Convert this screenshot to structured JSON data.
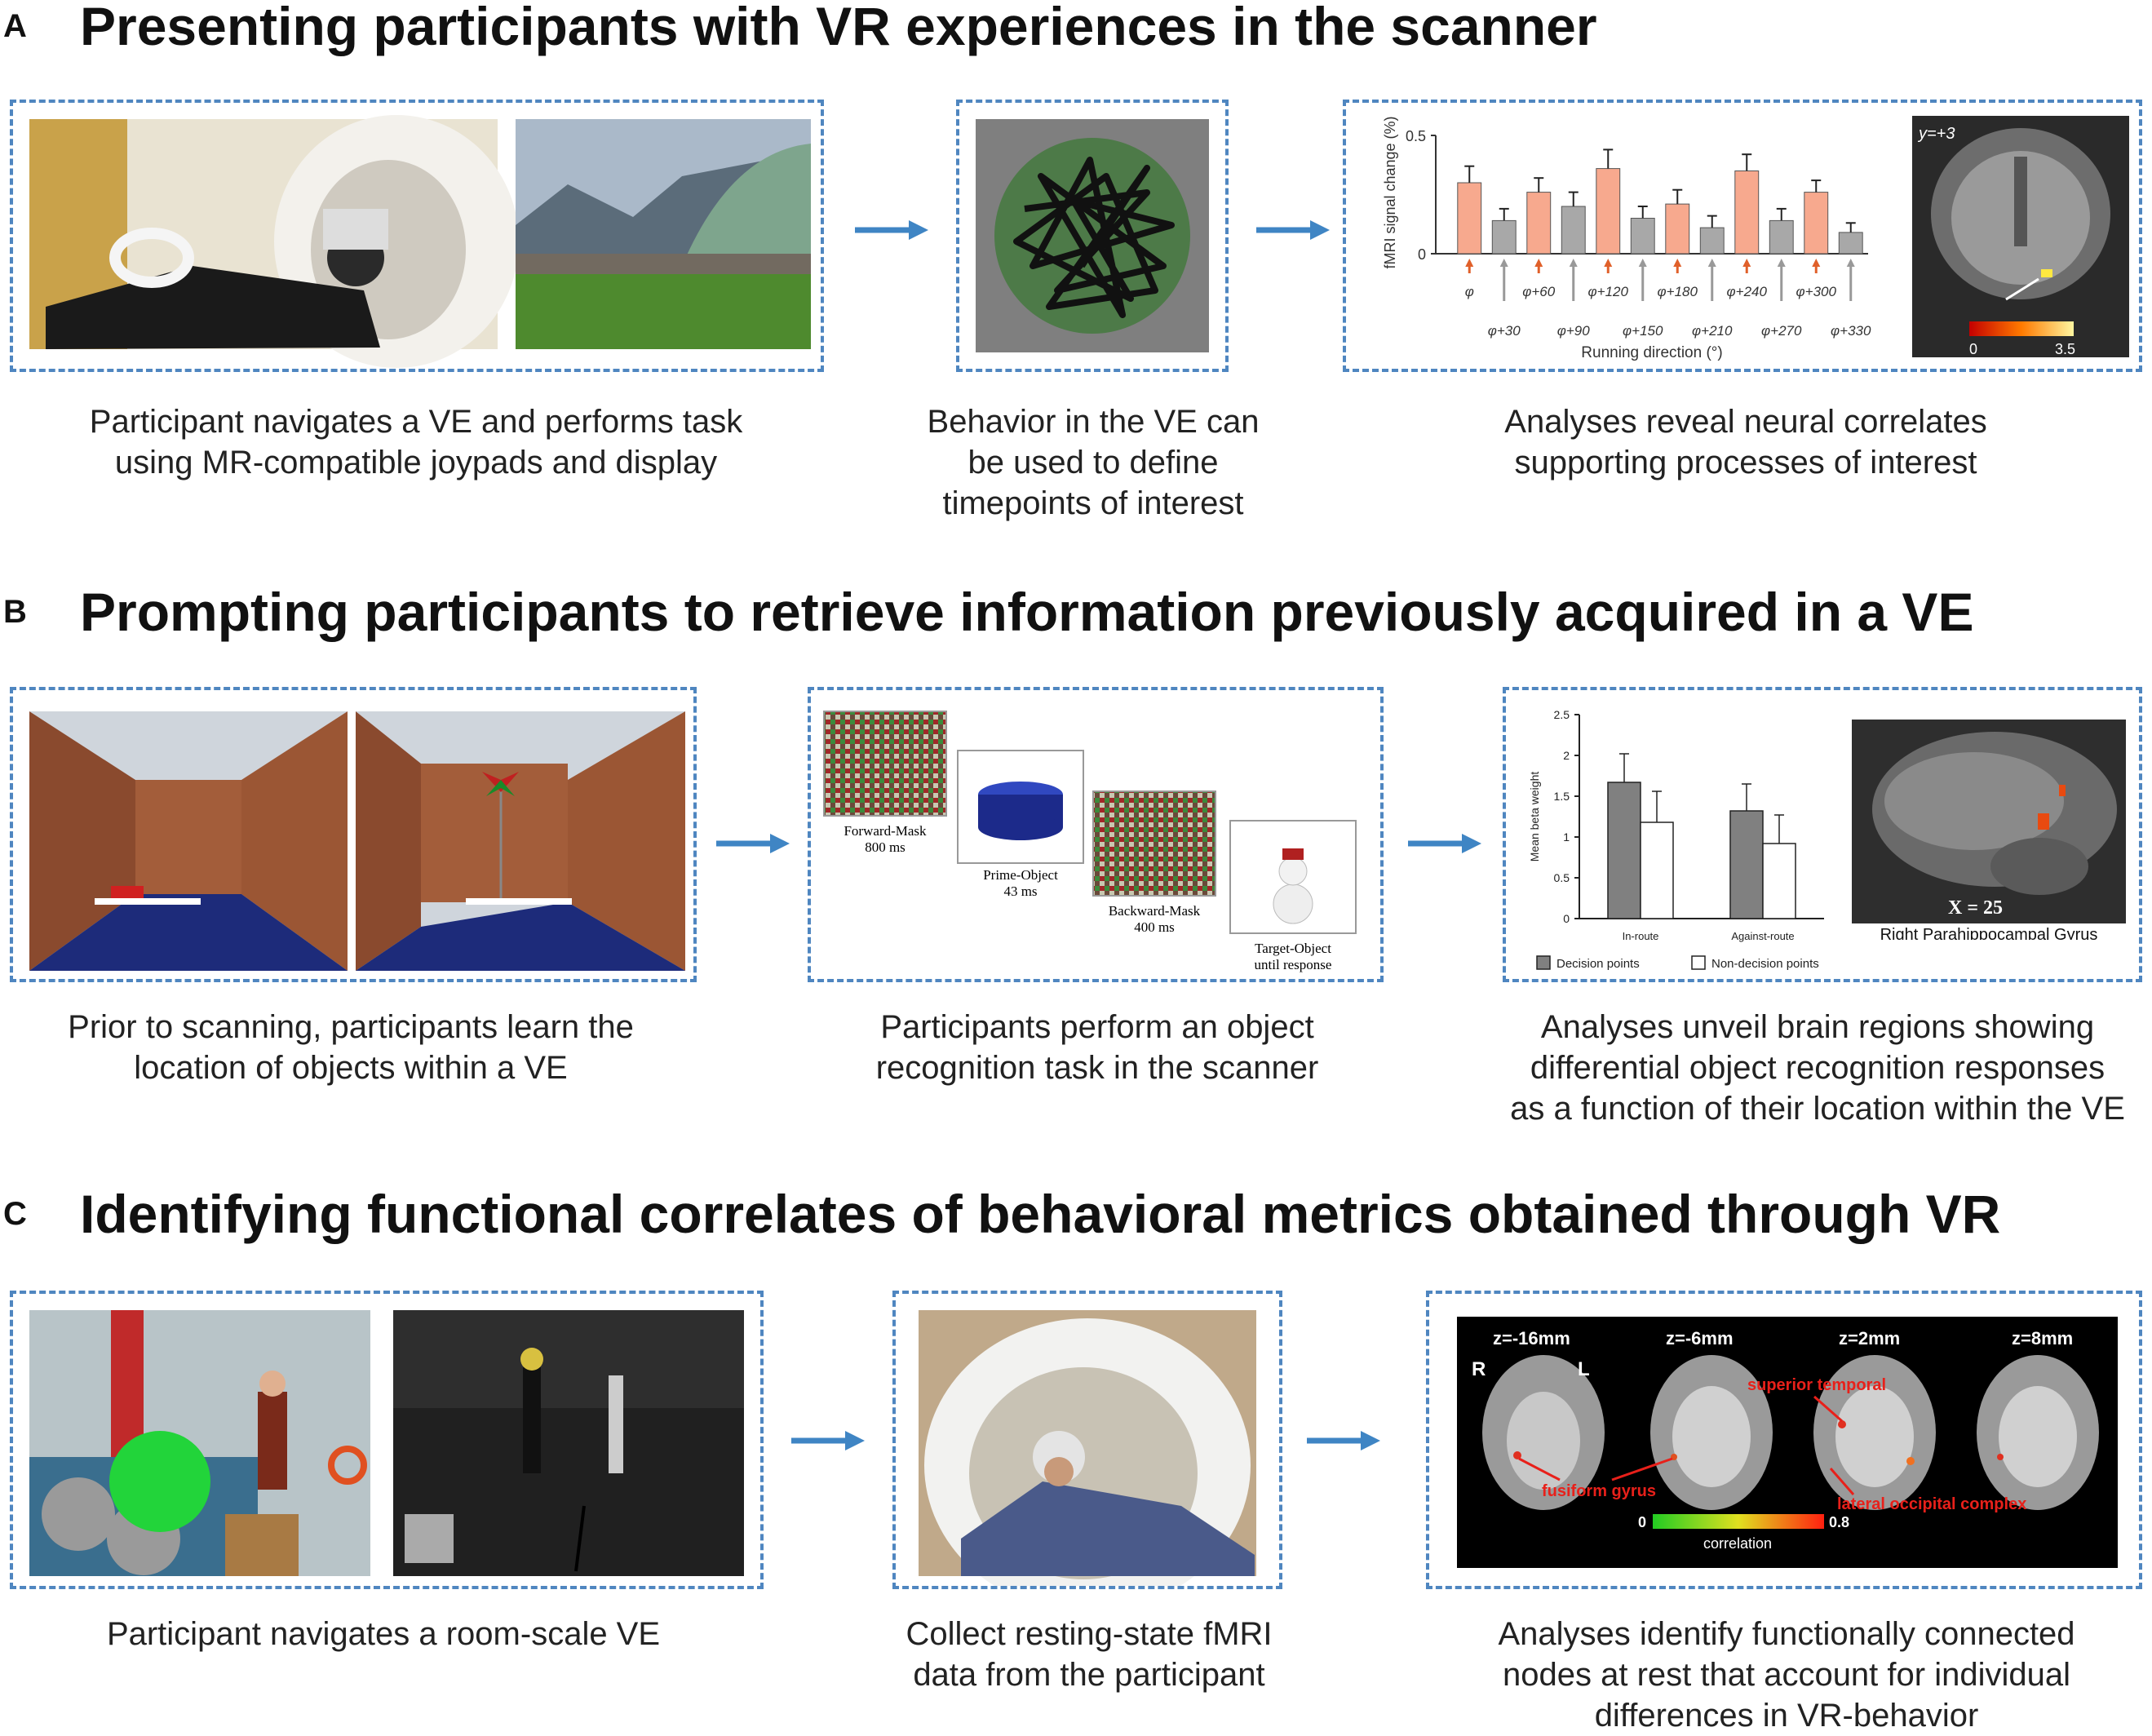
{
  "panels": {
    "A": {
      "letter": "A",
      "heading": "Presenting participants with VR experiences in the scanner",
      "captions": [
        "Participant navigates a VE and performs task\nusing MR-compatible joypads and display",
        "Behavior in the VE can\nbe used to define\ntimepoints of interest",
        "Analyses reveal neural correlates\nsupporting processes of interest"
      ],
      "chart_data": {
        "type": "bar",
        "ylabel": "fMRI signal change (%)",
        "xlabel": "Running direction (°)",
        "ylim": [
          0,
          0.5
        ],
        "yticks": [
          "0",
          "0.5"
        ],
        "categories": [
          "φ",
          "φ+30",
          "φ+60",
          "φ+90",
          "φ+120",
          "φ+150",
          "φ+180",
          "φ+210",
          "φ+240",
          "φ+270",
          "φ+300",
          "φ+330"
        ],
        "values": [
          0.3,
          0.14,
          0.26,
          0.2,
          0.36,
          0.15,
          0.21,
          0.11,
          0.35,
          0.14,
          0.26,
          0.09
        ],
        "errors": [
          0.07,
          0.05,
          0.06,
          0.06,
          0.08,
          0.05,
          0.06,
          0.05,
          0.07,
          0.05,
          0.05,
          0.04
        ],
        "colors": [
          "#f7a98e",
          "#a8a8a8"
        ]
      },
      "brain": {
        "label": "y=+3",
        "scale_min": "0",
        "scale_max": "3.5"
      }
    },
    "B": {
      "letter": "B",
      "heading": "Prompting participants to retrieve information previously acquired in a VE",
      "captions": [
        "Prior to scanning, participants learn the\nlocation of objects within a VE",
        "Participants perform an object\nrecognition task in the scanner",
        "Analyses unveil brain regions showing\ndifferential object recognition responses\nas a function of their location within the VE"
      ],
      "sequence": [
        {
          "label": "Forward-Mask",
          "time": "800 ms"
        },
        {
          "label": "Prime-Object",
          "time": "43 ms"
        },
        {
          "label": "Backward-Mask",
          "time": "400 ms"
        },
        {
          "label": "Target-Object",
          "time": "until response"
        }
      ],
      "chart_data": {
        "type": "bar",
        "ylabel": "Mean beta weight",
        "ylim": [
          0,
          2.5
        ],
        "yticks": [
          "0",
          "0.5",
          "1",
          "1.5",
          "2",
          "2.5"
        ],
        "categories": [
          "In-route",
          "Against-route"
        ],
        "series": [
          {
            "name": "Decision points",
            "values": [
              1.67,
              1.32
            ],
            "errors": [
              0.35,
              0.33
            ],
            "color": "#808080"
          },
          {
            "name": "Non-decision points",
            "values": [
              1.18,
              0.92
            ],
            "errors": [
              0.38,
              0.35
            ],
            "color": "#ffffff"
          }
        ]
      },
      "brain": {
        "label": "X = 25",
        "caption": "Right Parahippocampal Gyrus"
      }
    },
    "C": {
      "letter": "C",
      "heading": "Identifying functional correlates of behavioral metrics obtained through VR",
      "captions": [
        "Participant navigates a room-scale VE",
        "Collect resting-state fMRI\ndata from the participant",
        "Analyses identify functionally connected\nnodes at rest that account for individual\ndifferences in VR-behavior"
      ],
      "slices": [
        "z=-16mm",
        "z=-6mm",
        "z=2mm",
        "z=8mm"
      ],
      "orientation": {
        "right": "R",
        "left": "L"
      },
      "annotations": [
        "superior temporal",
        "fusiform gyrus",
        "lateral occipital complex"
      ],
      "scale": {
        "min": "0",
        "max": "0.8",
        "label": "correlation"
      }
    }
  },
  "colors": {
    "dash": "#4f86c0",
    "arrow": "#3f85c4"
  }
}
